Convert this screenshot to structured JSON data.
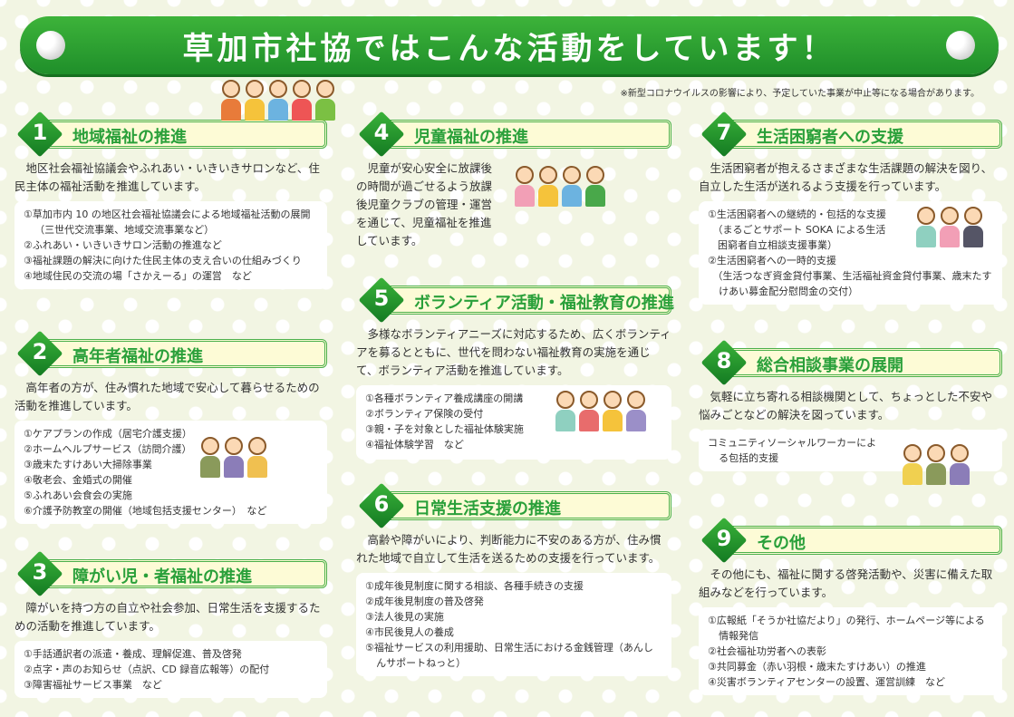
{
  "title": "草加市社協ではこんな活動をしています！",
  "notice": "※新型コロナウイルスの影響により、予定していた事業が中止等になる場合があります。",
  "colors": {
    "accent": "#2aa03a",
    "banner": "#2e9f30",
    "heading_bg": "#fdfbd6",
    "background": "#f2f5e3"
  },
  "sections": [
    {
      "num": "1",
      "title": "地域福祉の推進",
      "desc": "地区社会福祉協議会やふれあい・いきいきサロンなど、住民主体の福祉活動を推進しています。",
      "items": [
        "①草加市内 10 の地区社会福祉協議会による地域福祉活動の展開（三世代交流事業、地域交流事業など）",
        "②ふれあい・いきいきサロン活動の推進など",
        "③福祉課題の解決に向けた住民主体の支え合いの仕組みづくり",
        "④地域住民の交流の場「さかえーる」の運営　など"
      ],
      "illustration": "family-group-icon"
    },
    {
      "num": "2",
      "title": "高年者福祉の推進",
      "desc": "高年者の方が、住み慣れた地域で安心して暮らせるための活動を推進しています。",
      "items": [
        "①ケアプランの作成（居宅介護支援）",
        "②ホームヘルプサービス（訪問介護）",
        "③歳末たすけあい大掃除事業",
        "④敬老会、金婚式の開催",
        "⑤ふれあい会食会の実施",
        "⑥介護予防教室の開催（地域包括支援センター）　など"
      ],
      "illustration": "elderly-wheelchair-icon"
    },
    {
      "num": "3",
      "title": "障がい児・者福祉の推進",
      "desc": "障がいを持つ方の自立や社会参加、日常生活を支援するための活動を推進しています。",
      "items": [
        "①手話通訳者の派遣・養成、理解促進、普及啓発",
        "②点字・声のお知らせ（点訳、CD 録音広報等）の配付",
        "③障害福祉サービス事業　など"
      ]
    },
    {
      "num": "4",
      "title": "児童福祉の推進",
      "desc": "児童が安心安全に放課後の時間が過ごせるよう放課後児童クラブの管理・運営を通じて、児童福祉を推進しています。",
      "items": [],
      "illustration": "children-jumping-icon"
    },
    {
      "num": "5",
      "title": "ボランティア活動・福祉教育の推進",
      "desc": "多様なボランティアニーズに対応するため、広くボランティアを募るとともに、世代を問わない福祉教育の実施を通じて、ボランティア活動を推進しています。",
      "items": [
        "①各種ボランティア養成講座の開講",
        "②ボランティア保険の受付",
        "③親・子を対象とした福祉体験実施",
        "④福祉体験学習　など"
      ],
      "illustration": "family-volunteer-icon"
    },
    {
      "num": "6",
      "title": "日常生活支援の推進",
      "desc": "高齢や障がいにより、判断能力に不安のある方が、住み慣れた地域で自立して生活を送るための支援を行っています。",
      "items": [
        "①成年後見制度に関する相談、各種手続きの支援",
        "②成年後見制度の普及啓発",
        "③法人後見の実施",
        "④市民後見人の養成",
        "⑤福祉サービスの利用援助、日常生活における金銭管理（あんしんサポートねっと）"
      ]
    },
    {
      "num": "7",
      "title": "生活困窮者への支援",
      "desc": "生活困窮者が抱えるさまざまな生活課題の解決を図り、自立した生活が送れるよう支援を行っています。",
      "items": [
        "①生活困窮者への継続的・包括的な支援",
        "　（まるごとサポート SOKA による生活",
        "　困窮者自立相談支援事業）",
        "②生活困窮者への一時的支援",
        "　（生活つなぎ資金貸付事業、生活福祉資金貸付事業、歳末たすけあい募金配分慰問金の交付）"
      ],
      "illustration": "consultation-icon"
    },
    {
      "num": "8",
      "title": "総合相談事業の展開",
      "desc": "気軽に立ち寄れる相談機関として、ちょっとした不安や悩みごとなどの解決を図っています。",
      "items": [
        "コミュニティソーシャルワーカーによる包括的支援"
      ],
      "illustration": "counseling-elderly-icon"
    },
    {
      "num": "9",
      "title": "その他",
      "desc": "その他にも、福祉に関する啓発活動や、災害に備えた取組みなどを行っています。",
      "items": [
        "①広報紙「そうか社協だより」の発行、ホームページ等による情報発信",
        "②社会福祉功労者への表彰",
        "③共同募金（赤い羽根・歳末たすけあい）の推進",
        "④災害ボランティアセンターの設置、運営訓練　など"
      ]
    }
  ]
}
